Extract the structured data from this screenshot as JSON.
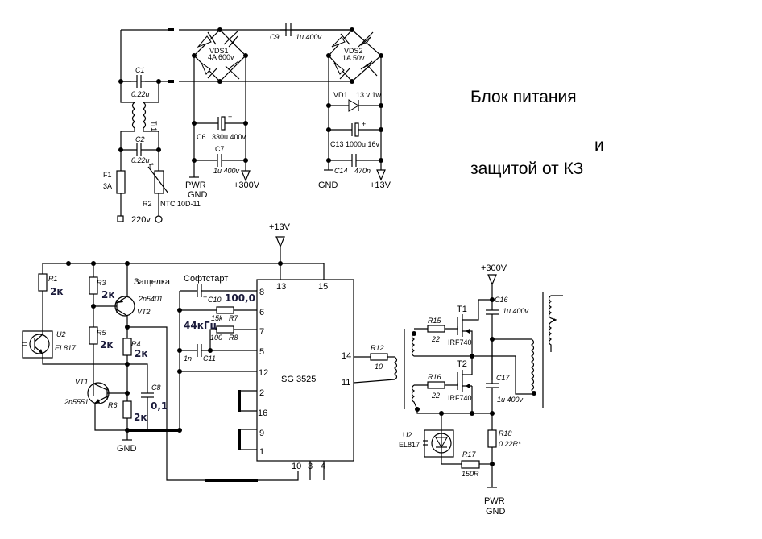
{
  "title": {
    "line1": "Блок питания",
    "line2": "и",
    "line3": "защитой от КЗ"
  },
  "power_section": {
    "C1": {
      "ref": "C1",
      "value": "0.22u"
    },
    "C2": {
      "ref": "C2",
      "value": "0.22u"
    },
    "Tr1": {
      "ref": "Tr1"
    },
    "F1": {
      "ref": "F1",
      "value": "3A"
    },
    "R2": {
      "ref": "R2",
      "value": "NTC 10D-11",
      "mark": "t°"
    },
    "input": "220v",
    "VDS1": {
      "ref": "VDS1",
      "value": "4A 600v"
    },
    "VDS2": {
      "ref": "VDS2",
      "value": "1A 50v"
    },
    "C9": {
      "ref": "C9",
      "value": "1u 400v"
    },
    "C6": {
      "ref": "C6",
      "value": "330u 400v"
    },
    "C7": {
      "ref": "C7",
      "value": "1u 400v"
    },
    "VD1": {
      "ref": "VD1",
      "value": "13 v 1w"
    },
    "C13": {
      "ref": "C13",
      "value": "1000u 16v"
    },
    "C14": {
      "ref": "C14",
      "value": "470n"
    },
    "pwr_gnd_1": "PWR",
    "pwr_gnd_2": "GND",
    "v300": "+300V",
    "gnd": "GND",
    "v13": "+13V"
  },
  "control_section": {
    "v13": "+13V",
    "R1": {
      "ref": "R1",
      "value": "2к"
    },
    "R3": {
      "ref": "R3",
      "value": "2к"
    },
    "R4": {
      "ref": "R4",
      "value": "2к"
    },
    "R5": {
      "ref": "R5",
      "value": "2к"
    },
    "R6": {
      "ref": "R6",
      "value": "2к"
    },
    "U2": {
      "ref": "U2",
      "value": "EL817"
    },
    "VT1": {
      "ref": "VT1",
      "value": "2n5551"
    },
    "VT2": {
      "ref": "VT2",
      "value": "2n5401"
    },
    "latch_label": "Защелка",
    "C8": {
      "ref": "C8",
      "value": "0,1"
    },
    "gnd": "GND",
    "softstart_label": "Софтстарт",
    "C10": {
      "ref": "C10",
      "value": "100,0"
    },
    "R7": {
      "ref": "R7",
      "value": "15k"
    },
    "R8": {
      "ref": "R8",
      "value": "100"
    },
    "C11": {
      "ref": "C11",
      "value": "1n"
    },
    "freq_label": "44кГц",
    "ic": {
      "name": "SG 3525",
      "pins_top": [
        "13",
        "15"
      ],
      "pins_left": [
        "8",
        "6",
        "7",
        "5",
        "12",
        "2",
        "16",
        "9",
        "1"
      ],
      "pins_right": [
        "14",
        "11"
      ],
      "pins_bottom": [
        "10",
        "3",
        "4"
      ]
    },
    "R12": {
      "ref": "R12",
      "value": "10"
    }
  },
  "output_section": {
    "v300": "+300V",
    "T1": {
      "ref": "T1",
      "value": "IRF740"
    },
    "T2": {
      "ref": "T2",
      "value": "IRF740"
    },
    "R15": {
      "ref": "R15",
      "value": "22"
    },
    "R16": {
      "ref": "R16",
      "value": "22"
    },
    "C16": {
      "ref": "C16",
      "value": "1u 400v"
    },
    "C17": {
      "ref": "C17",
      "value": "1u 400v"
    },
    "R18": {
      "ref": "R18",
      "value": "0.22R*"
    },
    "R17": {
      "ref": "R17",
      "value": "150R"
    },
    "U2": {
      "ref": "U2",
      "value": "EL817"
    },
    "pwr_gnd_1": "PWR",
    "pwr_gnd_2": "GND"
  }
}
